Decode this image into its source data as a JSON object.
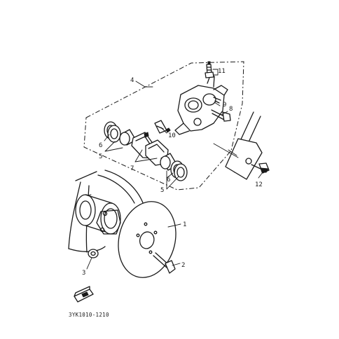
{
  "diagram": {
    "code": "3YK1010-1210",
    "callouts": [
      {
        "id": "c1",
        "text": "1"
      },
      {
        "id": "c2",
        "text": "2"
      },
      {
        "id": "c3",
        "text": "3"
      },
      {
        "id": "c4",
        "text": "4"
      },
      {
        "id": "c5a",
        "text": "5"
      },
      {
        "id": "c5b",
        "text": "5"
      },
      {
        "id": "c6a",
        "text": "6"
      },
      {
        "id": "c6b",
        "text": "6"
      },
      {
        "id": "c7",
        "text": "7"
      },
      {
        "id": "c8",
        "text": "8"
      },
      {
        "id": "c9",
        "text": "9"
      },
      {
        "id": "c10",
        "text": "10"
      },
      {
        "id": "c11",
        "text": "11"
      },
      {
        "id": "c12",
        "text": "12"
      }
    ]
  }
}
